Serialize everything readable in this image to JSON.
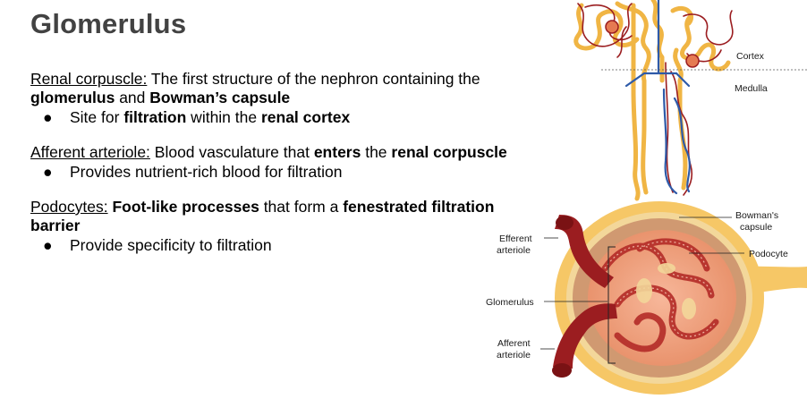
{
  "slide": {
    "title": "Glomerulus",
    "sections": [
      {
        "term": "Renal corpuscle:",
        "definition": [
          {
            "text": " The first structure of the nephron containing the ",
            "bold": false
          },
          {
            "text": "glomerulus",
            "bold": true
          },
          {
            "text": " and ",
            "bold": false
          },
          {
            "text": "Bowman’s capsule",
            "bold": true
          }
        ],
        "bullet": [
          {
            "text": "Site for ",
            "bold": false
          },
          {
            "text": "filtration",
            "bold": true
          },
          {
            "text": " within the ",
            "bold": false
          },
          {
            "text": "renal cortex",
            "bold": true
          }
        ]
      },
      {
        "term": "Afferent arteriole:",
        "definition": [
          {
            "text": " Blood vasculature that ",
            "bold": false
          },
          {
            "text": "enters",
            "bold": true
          },
          {
            "text": " the ",
            "bold": false
          },
          {
            "text": "renal corpuscle",
            "bold": true
          }
        ],
        "bullet": [
          {
            "text": "Provides nutrient-rich blood for filtration",
            "bold": false
          }
        ]
      },
      {
        "term": "Podocytes:",
        "definition": [
          {
            "text": " ",
            "bold": false
          },
          {
            "text": "Foot-like processes",
            "bold": true
          },
          {
            "text": " that form a ",
            "bold": false
          },
          {
            "text": "fenestrated filtration barrier",
            "bold": true
          }
        ],
        "bullet": [
          {
            "text": "Provide specificity to filtration",
            "bold": false
          }
        ]
      }
    ],
    "bullet_char": "●"
  },
  "figure": {
    "nephron_labels": {
      "cortex": "Cortex",
      "medulla": "Medulla"
    },
    "corpuscle_labels": {
      "bowmans_capsule_line1": "Bowman's",
      "bowmans_capsule_line2": "capsule",
      "efferent_line1": "Efferent",
      "efferent_line2": "arteriole",
      "podocyte": "Podocyte",
      "glomerulus": "Glomerulus",
      "afferent_line1": "Afferent",
      "afferent_line2": "arteriole"
    },
    "colors": {
      "title": "#424242",
      "tubule": "#f0b544",
      "vessel_red": "#9b1d20",
      "vessel_blue": "#2e5aa8",
      "capsule": "#f6c766",
      "podocyte": "#f2a184"
    }
  }
}
